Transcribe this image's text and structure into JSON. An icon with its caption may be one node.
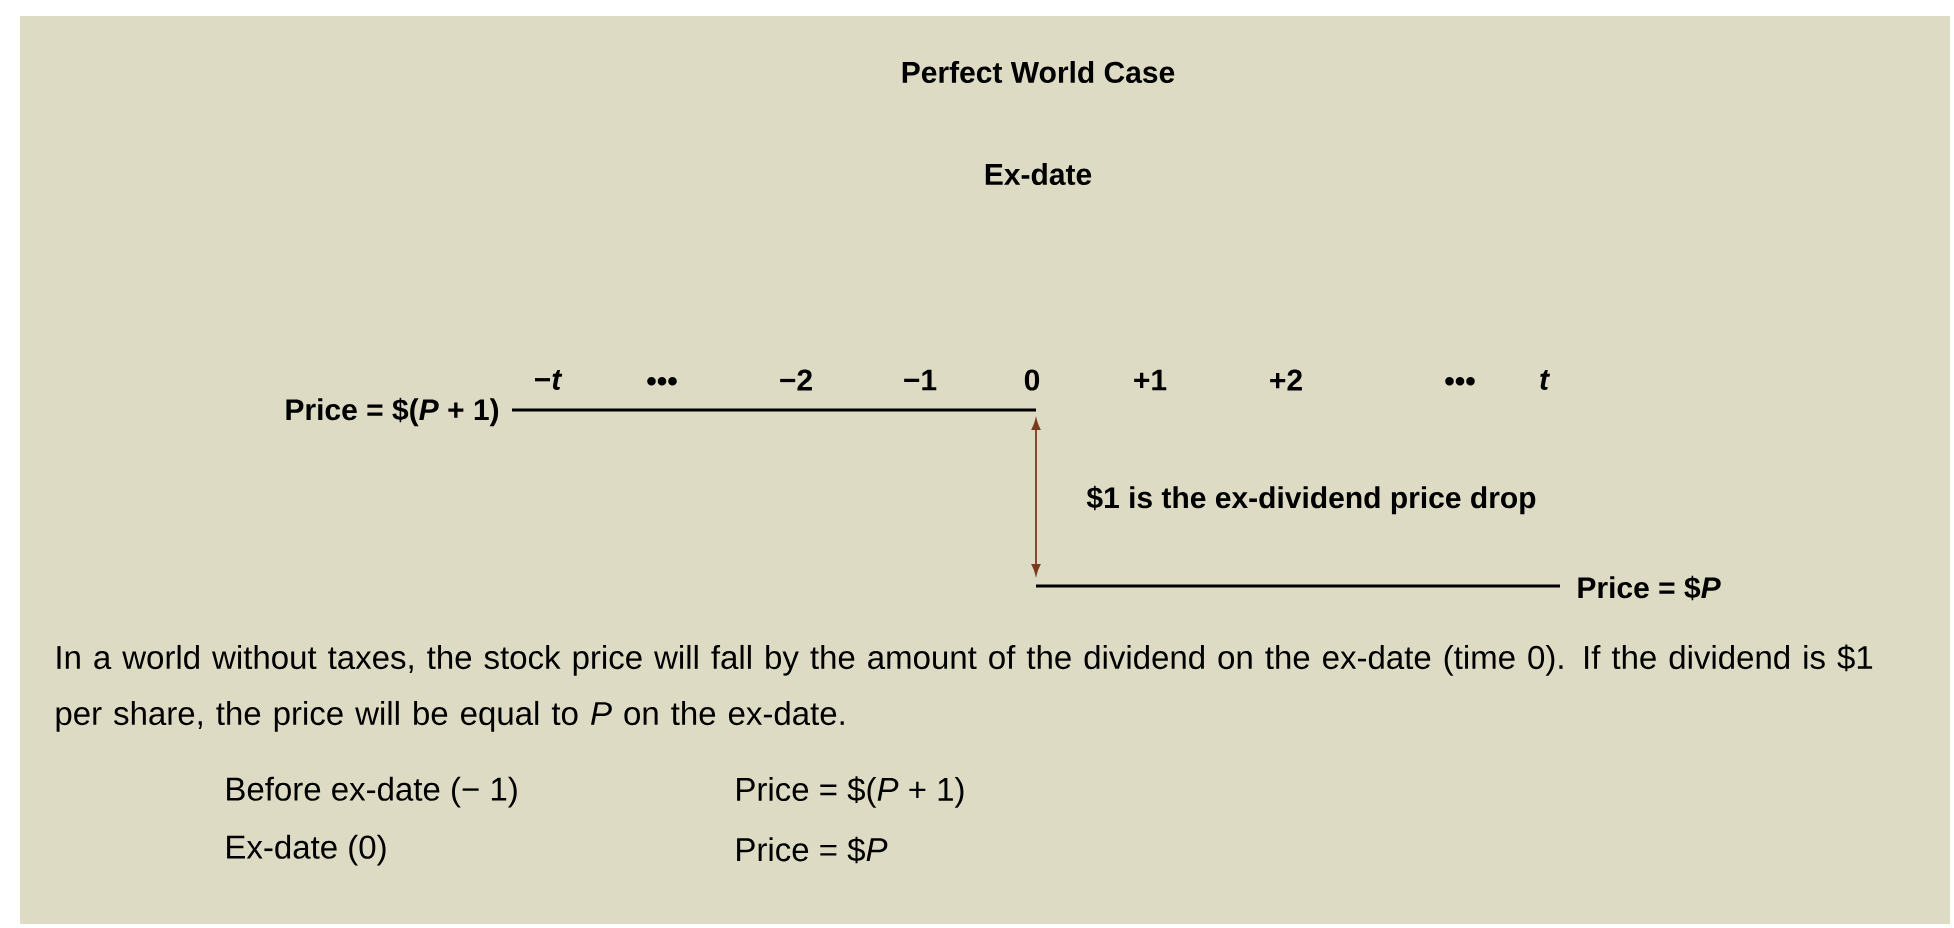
{
  "diagram": {
    "title": "Perfect World Case",
    "labels": [
      "Ex-date",
      "Price = $(*P* + 1)",
      "−*t*",
      "•••",
      "−2",
      "−1",
      "0",
      "+1",
      "+2",
      "•••",
      "t",
      "$1 is the ex-dividend price drop",
      "Price = $*P*",
      "In a world without taxes, the stock price will fall by the amount of the dividend on the ex-date (time 0). If the dividend is $1 per share, the price will be equal to *P* on the ex-date.",
      "Before ex-date (− 1)",
      "Price = $(*P* + 1)",
      "Ex-date (0)",
      "Price = $*P*"
    ]
  }
}
